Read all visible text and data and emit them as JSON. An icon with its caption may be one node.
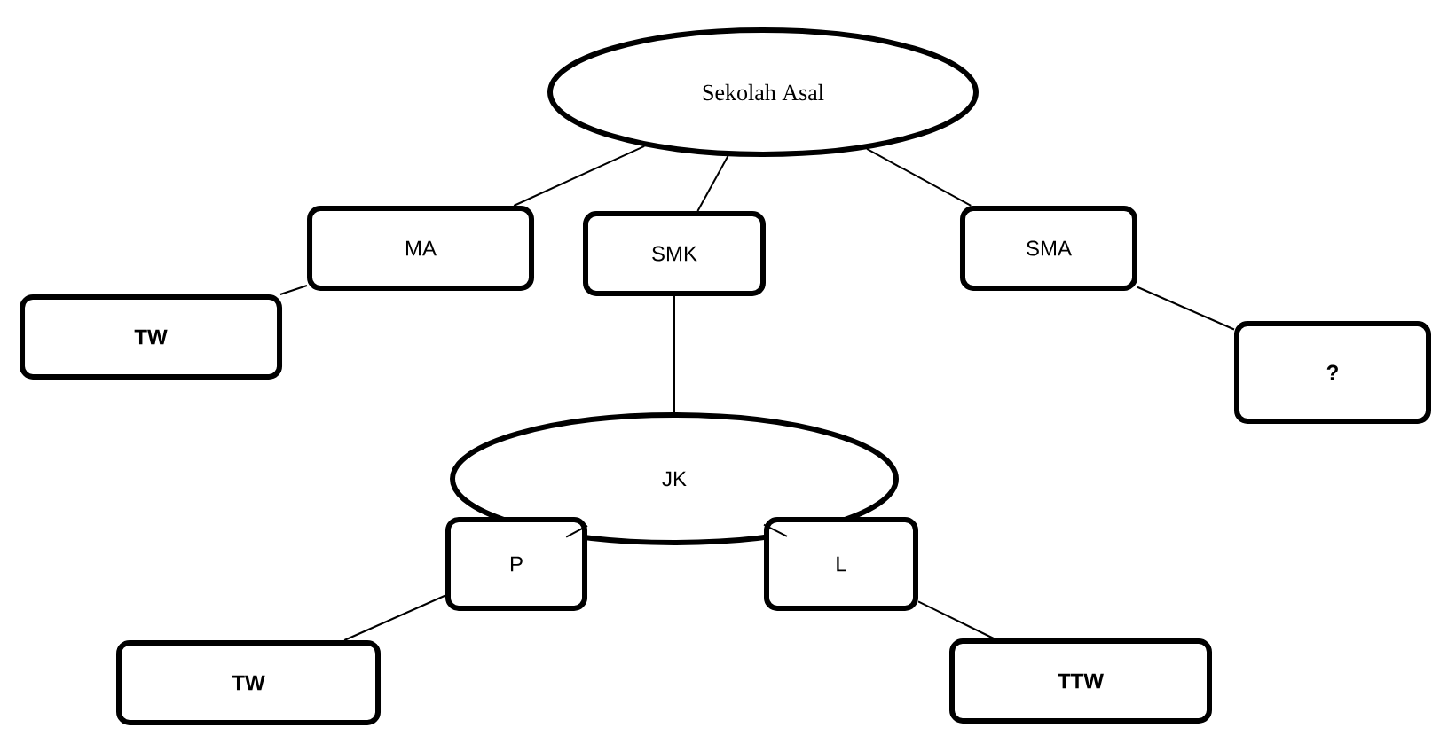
{
  "diagram": {
    "nodes": [
      {
        "text": [
          "Sekolah Asal"
        ]
      },
      {
        "text": [
          "MA"
        ]
      },
      {
        "text": [
          "SMK"
        ]
      },
      {
        "text": [
          "SMA"
        ]
      },
      {
        "text": [
          "TW"
        ]
      },
      {
        "text": [
          "?"
        ]
      },
      {
        "text": [
          "JK"
        ]
      },
      {
        "text": [
          "P"
        ]
      },
      {
        "text": [
          "L"
        ]
      },
      {
        "text": [
          "TW"
        ]
      },
      {
        "text": [
          "TTW"
        ]
      }
    ],
    "edges": [
      {
        "from": 0,
        "to": 1,
        "arrow": "none"
      },
      {
        "from": 1,
        "to": 4,
        "arrow": "none"
      },
      {
        "from": 0,
        "to": 2,
        "arrow": "none"
      },
      {
        "from": 2,
        "to": 6,
        "arrow": "none"
      },
      {
        "from": 0,
        "to": 3,
        "arrow": "none"
      },
      {
        "from": 3,
        "to": 5,
        "arrow": "none"
      },
      {
        "from": 6,
        "to": 7,
        "arrow": "none"
      },
      {
        "from": 7,
        "to": 9,
        "arrow": "none"
      },
      {
        "from": 6,
        "to": 8,
        "arrow": "none"
      },
      {
        "from": 8,
        "to": 10,
        "arrow": "none"
      }
    ]
  }
}
